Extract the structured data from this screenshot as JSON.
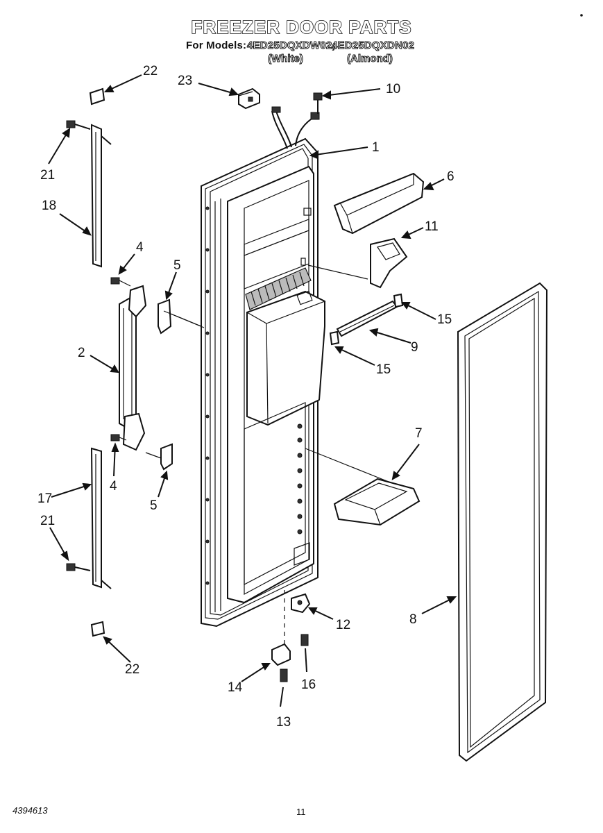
{
  "header": {
    "title": "FREEZER DOOR PARTS",
    "models_prefix": "For Models:",
    "model_1": "4ED25DQXDW02,",
    "model_2": "4ED25DQXDN02",
    "variant_1": "(White)",
    "variant_2": "(Almond)"
  },
  "footer": {
    "doc_number": "4394613",
    "page_number": "11"
  },
  "callouts": {
    "c1": "1",
    "c2": "2",
    "c4a": "4",
    "c4b": "4",
    "c5a": "5",
    "c5b": "5",
    "c6": "6",
    "c7": "7",
    "c8": "8",
    "c9": "9",
    "c10": "10",
    "c11": "11",
    "c12": "12",
    "c13": "13",
    "c14": "14",
    "c15a": "15",
    "c15b": "15",
    "c16": "16",
    "c17": "17",
    "c18": "18",
    "c21a": "21",
    "c21b": "21",
    "c22a": "22",
    "c22b": "22",
    "c23": "23"
  }
}
